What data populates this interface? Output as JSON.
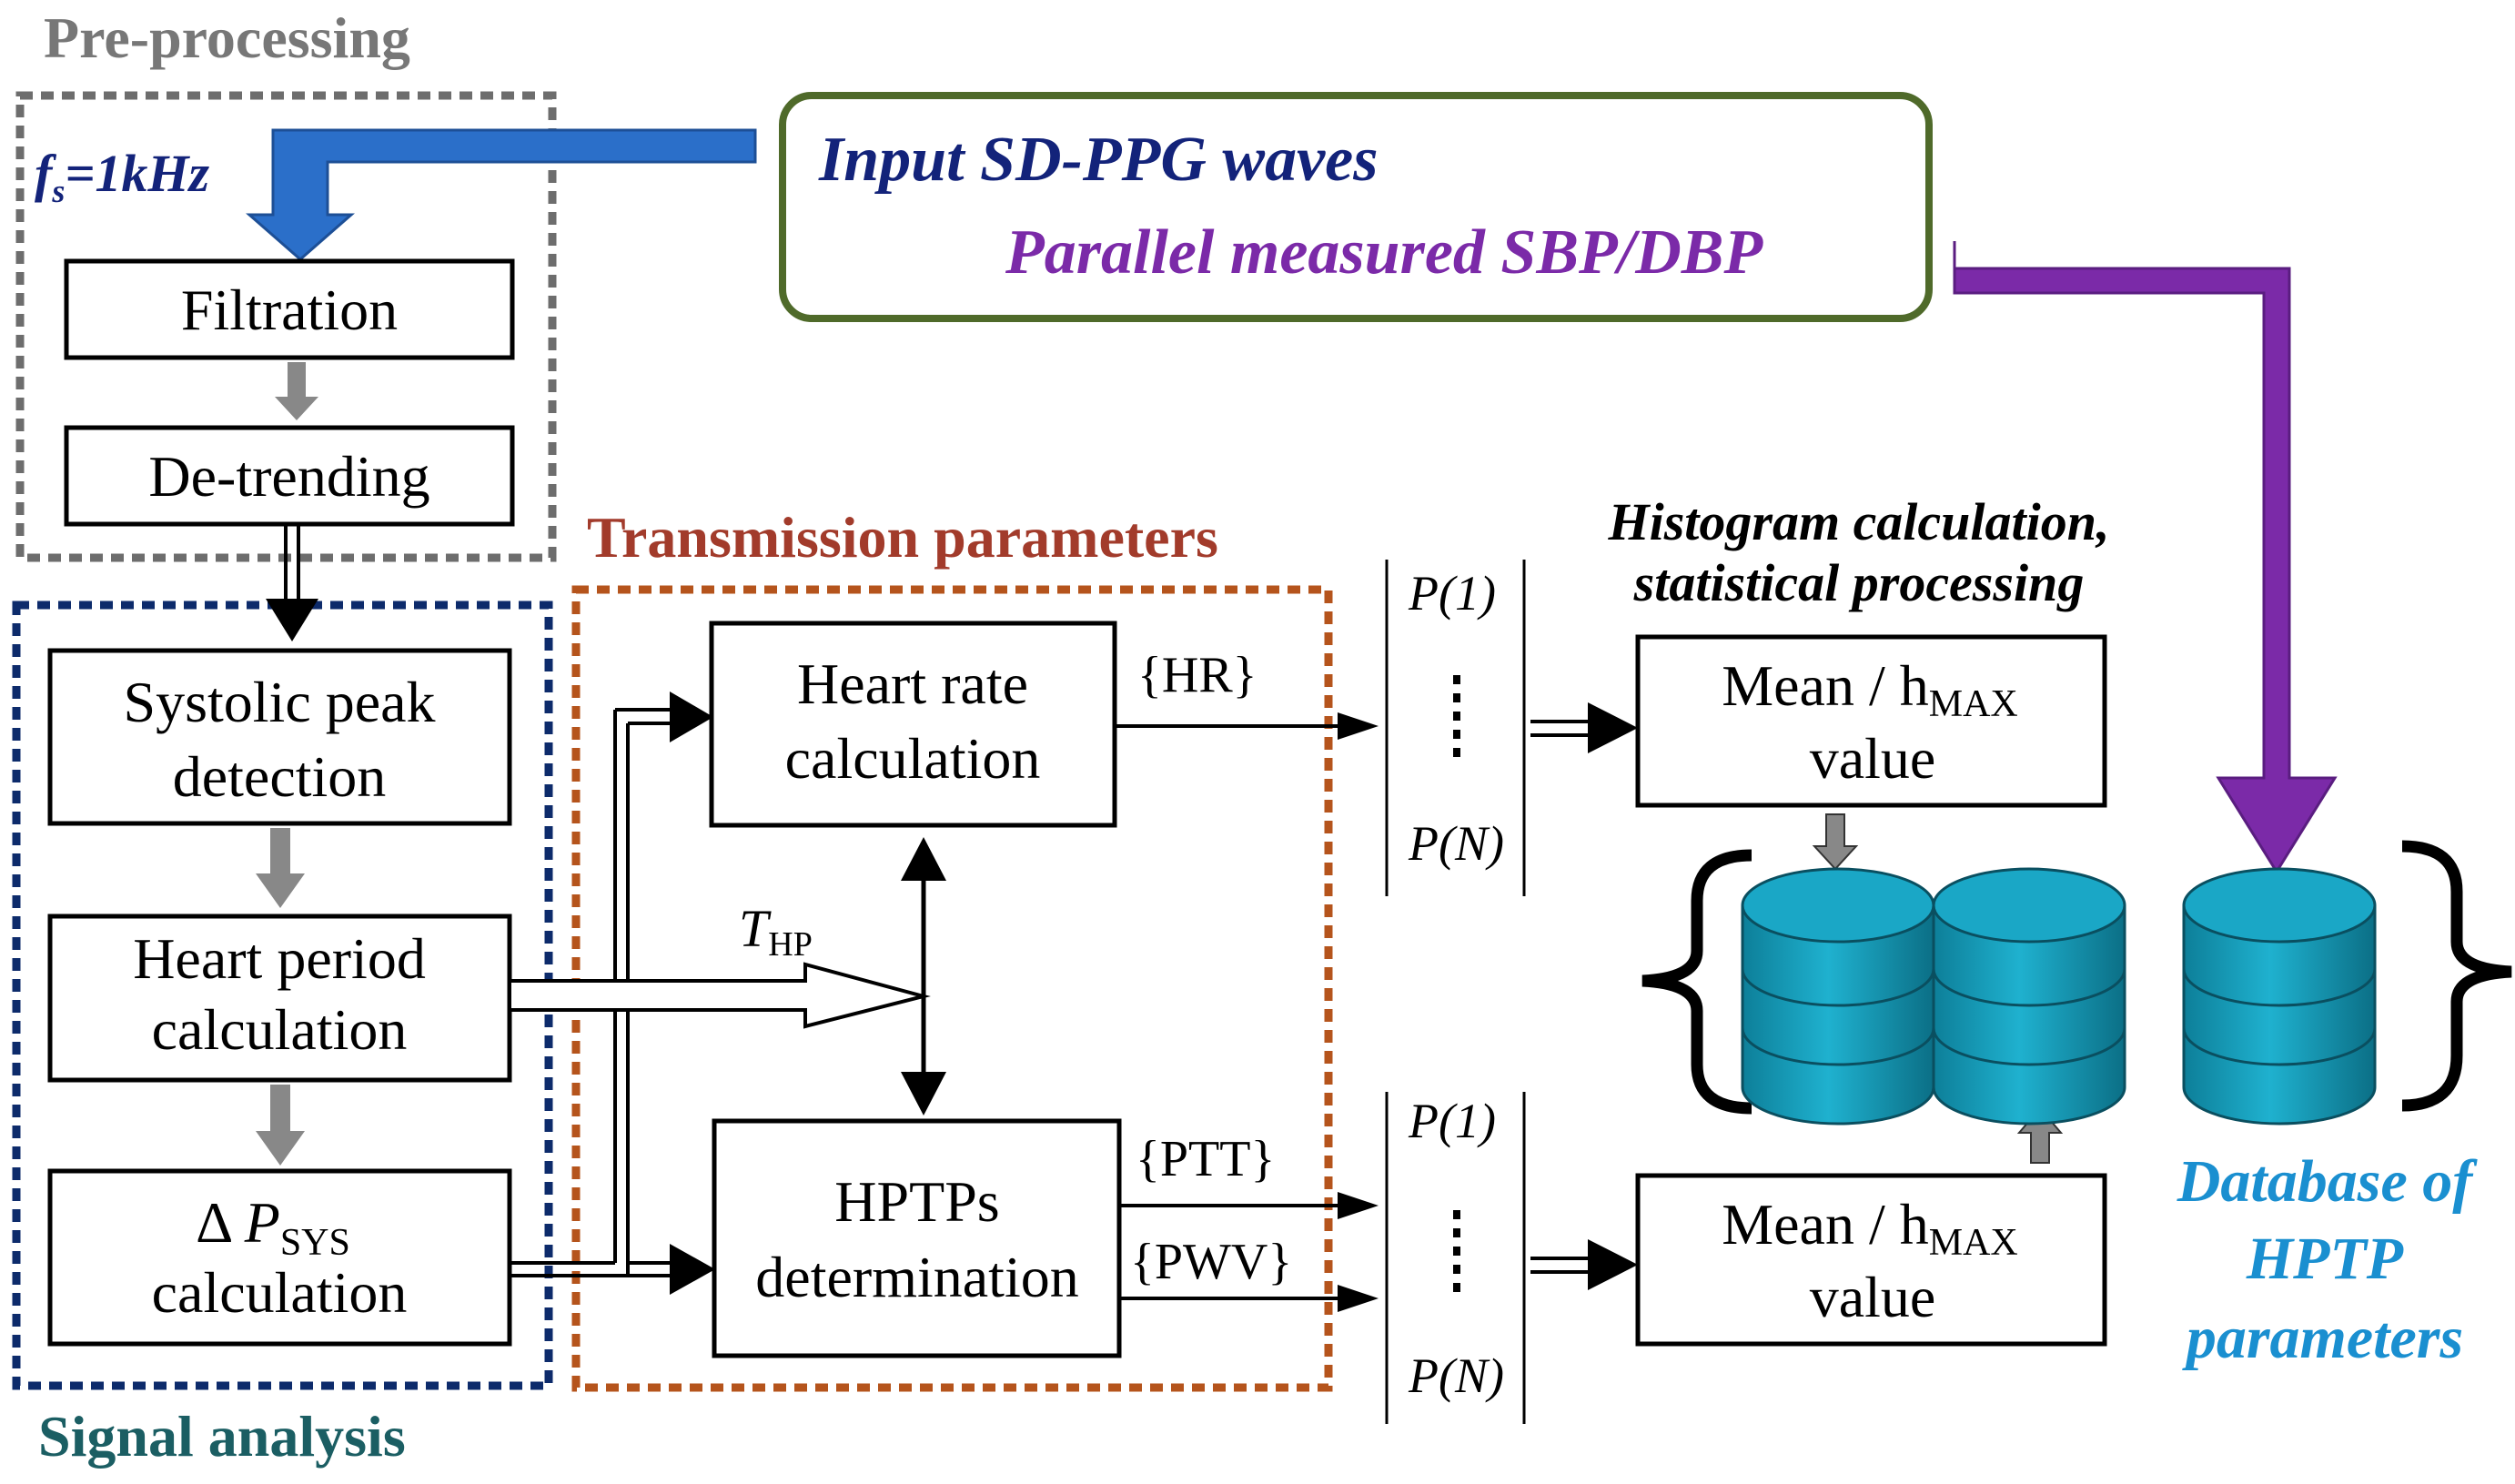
{
  "colors": {
    "gray": "#6d6d6d",
    "navy": "#0d2b6b",
    "orange": "#b5541c",
    "green": "#4f6a2a",
    "blue_arrow": "#2b6fc9",
    "purple": "#7b2aa8",
    "title_gray": "#777777",
    "transmission_red": "#a23b2b",
    "signal_teal": "#1b5e63",
    "db_label_blue": "#1a8fd0",
    "input_navy": "#13237a",
    "parallel_purple": "#7b2aa8",
    "cylinder": "#17a0bf"
  },
  "groups": {
    "preprocessing": "Pre-processing",
    "transmission": "Transmission parameters",
    "signal": "Signal analysis"
  },
  "input": {
    "line1": "Input SD-PPG waves",
    "line2": "Parallel measured SBP/DBP"
  },
  "fs": {
    "base": "f",
    "sub": "s",
    "rest": "=1kHz"
  },
  "boxes": {
    "filtration": "Filtration",
    "detrending": "De-trending",
    "systolic_l1": "Systolic peak",
    "systolic_l2": "detection",
    "heartperiod_l1": "Heart period",
    "heartperiod_l2": "calculation",
    "dpsys_delta": "Δ",
    "dpsys_p": "P",
    "dpsys_sub": "SYS",
    "dpsys_l2": "calculation",
    "hr_l1": "Heart rate",
    "hr_l2": "calculation",
    "hptp_l1": "HPTPs",
    "hptp_l2": "determination",
    "mean_top_a": "Mean / h",
    "mean_top_sub": "MAX",
    "mean_top_l2": "value",
    "mean_bot_a": "Mean / h",
    "mean_bot_sub": "MAX",
    "mean_bot_l2": "value"
  },
  "labels": {
    "thp_base": "T",
    "thp_sub": "HP",
    "hr_set": "{HR}",
    "ptt_set": "{PTT}",
    "pwv_set": "{PWV}",
    "p1_top": "P(1)",
    "pn_top": "P(N)",
    "p1_bot": "P(1)",
    "pn_bot": "P(N)",
    "histogram_l1": "Histogram calculation,",
    "histogram_l2": "statistical processing"
  },
  "database": {
    "l1": "Database of",
    "l2": "HPTP",
    "l3": "parameters"
  }
}
